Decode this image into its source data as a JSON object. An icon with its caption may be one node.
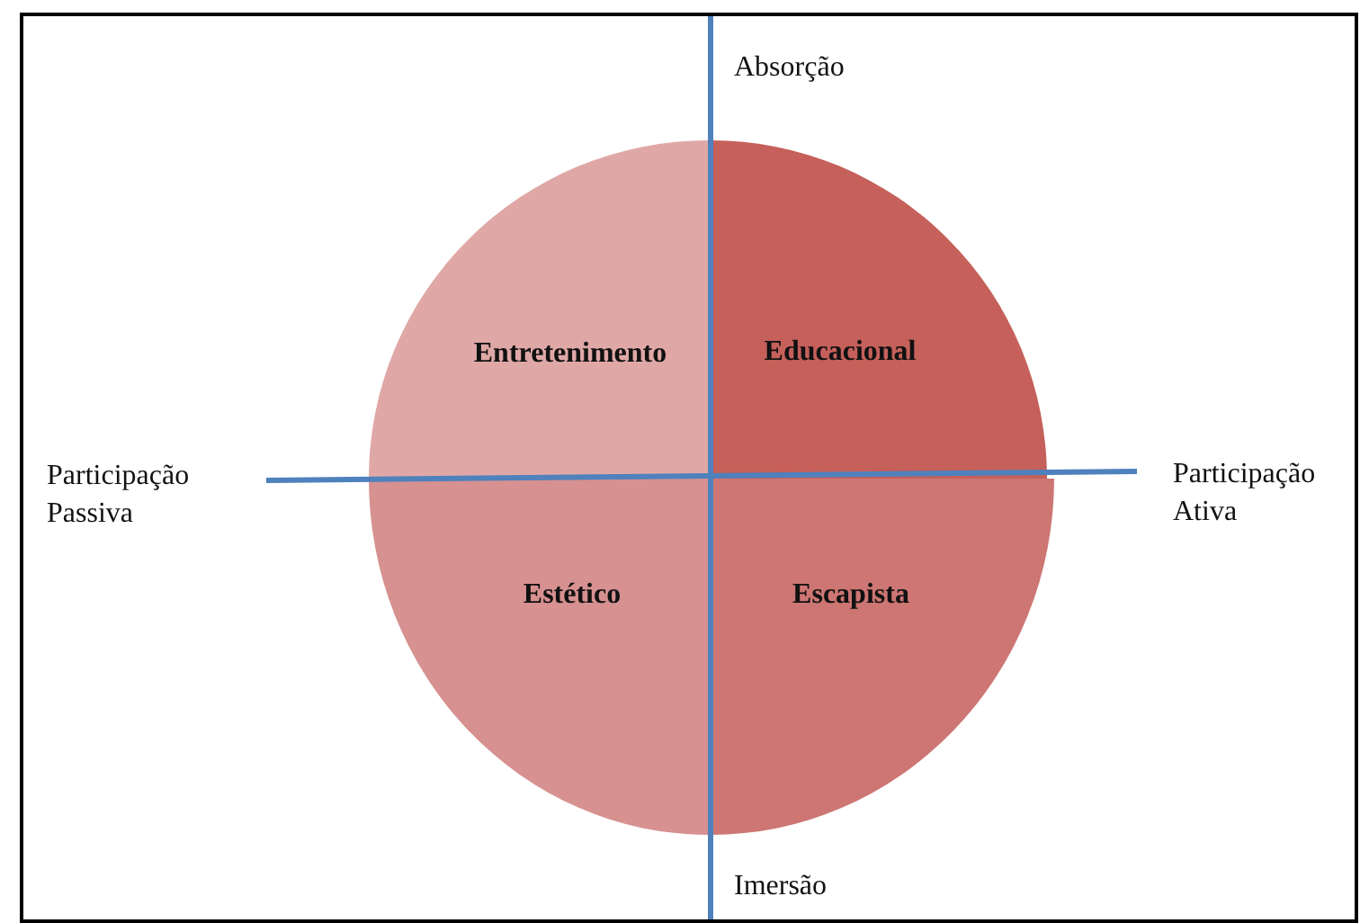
{
  "diagram": {
    "nodes": [
      {
        "text": [
          "Entretenimento"
        ]
      },
      {
        "text": [
          "Educacional"
        ]
      },
      {
        "text": [
          "Estético"
        ]
      },
      {
        "text": [
          "Escapista"
        ]
      }
    ],
    "labels": [
      "Absorção",
      "Participação Passiva",
      "Participação Ativa",
      "Imersão"
    ]
  }
}
